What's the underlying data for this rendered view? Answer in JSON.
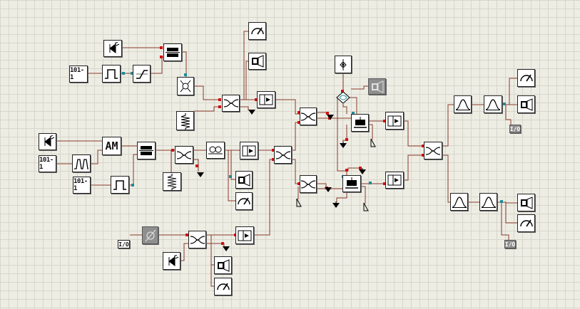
{
  "canvas": {
    "background": "#edede4",
    "grid_color": "#d6d6cc"
  },
  "colors": {
    "wire": "#8b3a2b",
    "port_red": "#d01010",
    "port_teal": "#1c8c9a",
    "block_border": "#222222",
    "block_grey": "#8f8f8f"
  },
  "labels": {
    "bits_gen": "101-1",
    "am_mod": "AM",
    "io_port": "I/O"
  },
  "icons": {
    "source": "laser-source-icon",
    "pulse": "pulse-generator-icon",
    "driver": "modulator-driver-icon",
    "modulator": "mach-zehnder-modulator-icon",
    "amplifier": "optical-amplifier-icon",
    "spring": "fiber-spool-icon",
    "coupler": "x-coupler-icon",
    "filter": "optical-filter-icon",
    "polarizer": "polarizer-icon",
    "spectrum": "spectrum-analyzer-icon",
    "meter": "power-meter-icon",
    "scope": "oscilloscope-icon",
    "ground": "ground-icon",
    "photodetector": "photodetector-icon",
    "attenuator": "attenuator-icon",
    "splitter": "splitter-diamond-icon",
    "probe": "probe-icon",
    "terminator": "terminator-icon"
  }
}
